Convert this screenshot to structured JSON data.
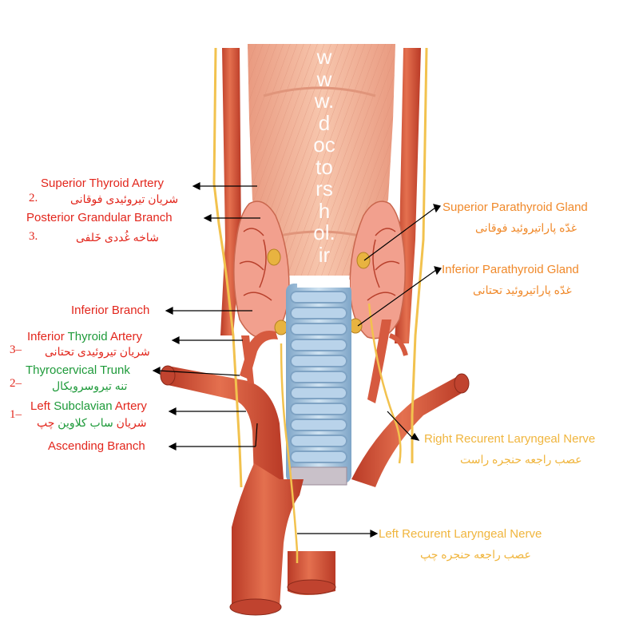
{
  "watermark": "www.doctorshol.ir",
  "colors": {
    "red_label": "#e2261c",
    "green_label": "#1e9a3a",
    "orange_label": "#f0892a",
    "yellow_label": "#f0b53d",
    "artery": "#d6553a",
    "muscle": "#f4b79e",
    "gland": "#f2a08e",
    "trachea_ring": "#a9c9e3",
    "nerve": "#f2c24e"
  },
  "labels": {
    "superior_thyroid_artery": "Superior Thyroid Artery",
    "superior_thyroid_artery_fa": "شریان تیروئیدی فوقانی",
    "num_2": "2.",
    "posterior_grandular_branch": "Posterior Grandular Branch",
    "posterior_grandular_branch_fa": "شاخه غُددی خَلفی",
    "num_3": "3.",
    "inferior_branch": "Inferior Branch",
    "inferior_thyroid_artery_p1": "Inferior ",
    "inferior_thyroid_artery_p2": "Thyroid",
    "inferior_thyroid_artery_p3": " Artery",
    "inferior_thyroid_artery_fa": "شریان تیروئیدی تحتانی",
    "num_3b": "3–",
    "thyrocervical_trunk": "Thyrocervical Trunk",
    "thyrocervical_trunk_fa": "تنه تیروسرویکال",
    "num_2b": "2–",
    "left_subclavian_p1": "Left ",
    "left_subclavian_p2": "Subclavian",
    "left_subclavian_p3": " Artery",
    "left_subclavian_fa_1": "شریان ",
    "left_subclavian_fa_2": "ساب کلاوین",
    "left_subclavian_fa_3": " چپ",
    "num_1": "1–",
    "ascending_branch": "Ascending Branch",
    "superior_parathyroid_gland": "Superior Parathyroid Gland",
    "superior_parathyroid_gland_fa": "غدّه پاراتیروئید فوقانی",
    "inferior_parathyroid_gland": "Inferior Parathyroid Gland",
    "inferior_parathyroid_gland_fa": "غدّه پاراتیروئید تحتانی",
    "right_recurrent_nerve": "Right Recurent Laryngeal Nerve",
    "right_recurrent_nerve_fa": "عصب راجعه حنجره راست",
    "left_recurrent_nerve": "Left Recurent Laryngeal Nerve",
    "left_recurrent_nerve_fa": "عصب راجعه حنجره چپ"
  }
}
